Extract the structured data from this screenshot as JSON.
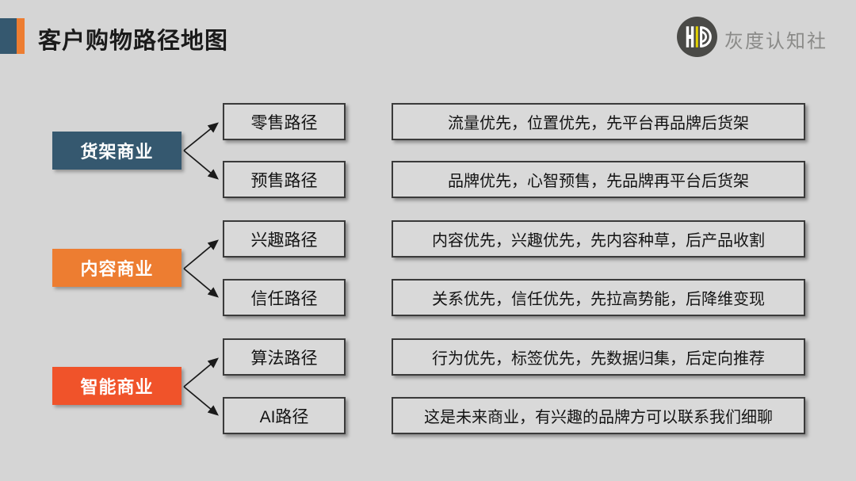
{
  "page": {
    "background_color": "#d5d5d5",
    "box_fill_color": "#d9d9d9",
    "box_border_color": "#3a3a3a"
  },
  "header": {
    "title": "客户购物路径地图",
    "accent_colors": {
      "navy": "#35586F",
      "orange": "#ED7D31"
    },
    "logo": {
      "monogram": "HD",
      "text": "灰度认知社",
      "circle_color": "#4a4a47",
      "accent_yellow": "#e3d200",
      "text_color": "#8b8b89"
    }
  },
  "groups": [
    {
      "category": "货架商业",
      "color": "#35586F",
      "paths": [
        {
          "label": "零售路径",
          "description": "流量优先，位置优先，先平台再品牌后货架"
        },
        {
          "label": "预售路径",
          "description": "品牌优先，心智预售，先品牌再平台后货架"
        }
      ]
    },
    {
      "category": "内容商业",
      "color": "#ED7D31",
      "paths": [
        {
          "label": "兴趣路径",
          "description": "内容优先，兴趣优先，先内容种草，后产品收割"
        },
        {
          "label": "信任路径",
          "description": "关系优先，信任优先，先拉高势能，后降维变现"
        }
      ]
    },
    {
      "category": "智能商业",
      "color": "#F0532A",
      "paths": [
        {
          "label": "算法路径",
          "description": "行为优先，标签优先，先数据归集，后定向推荐"
        },
        {
          "label": "AI路径",
          "description": "这是未来商业，有兴趣的品牌方可以联系我们细聊"
        }
      ]
    }
  ]
}
